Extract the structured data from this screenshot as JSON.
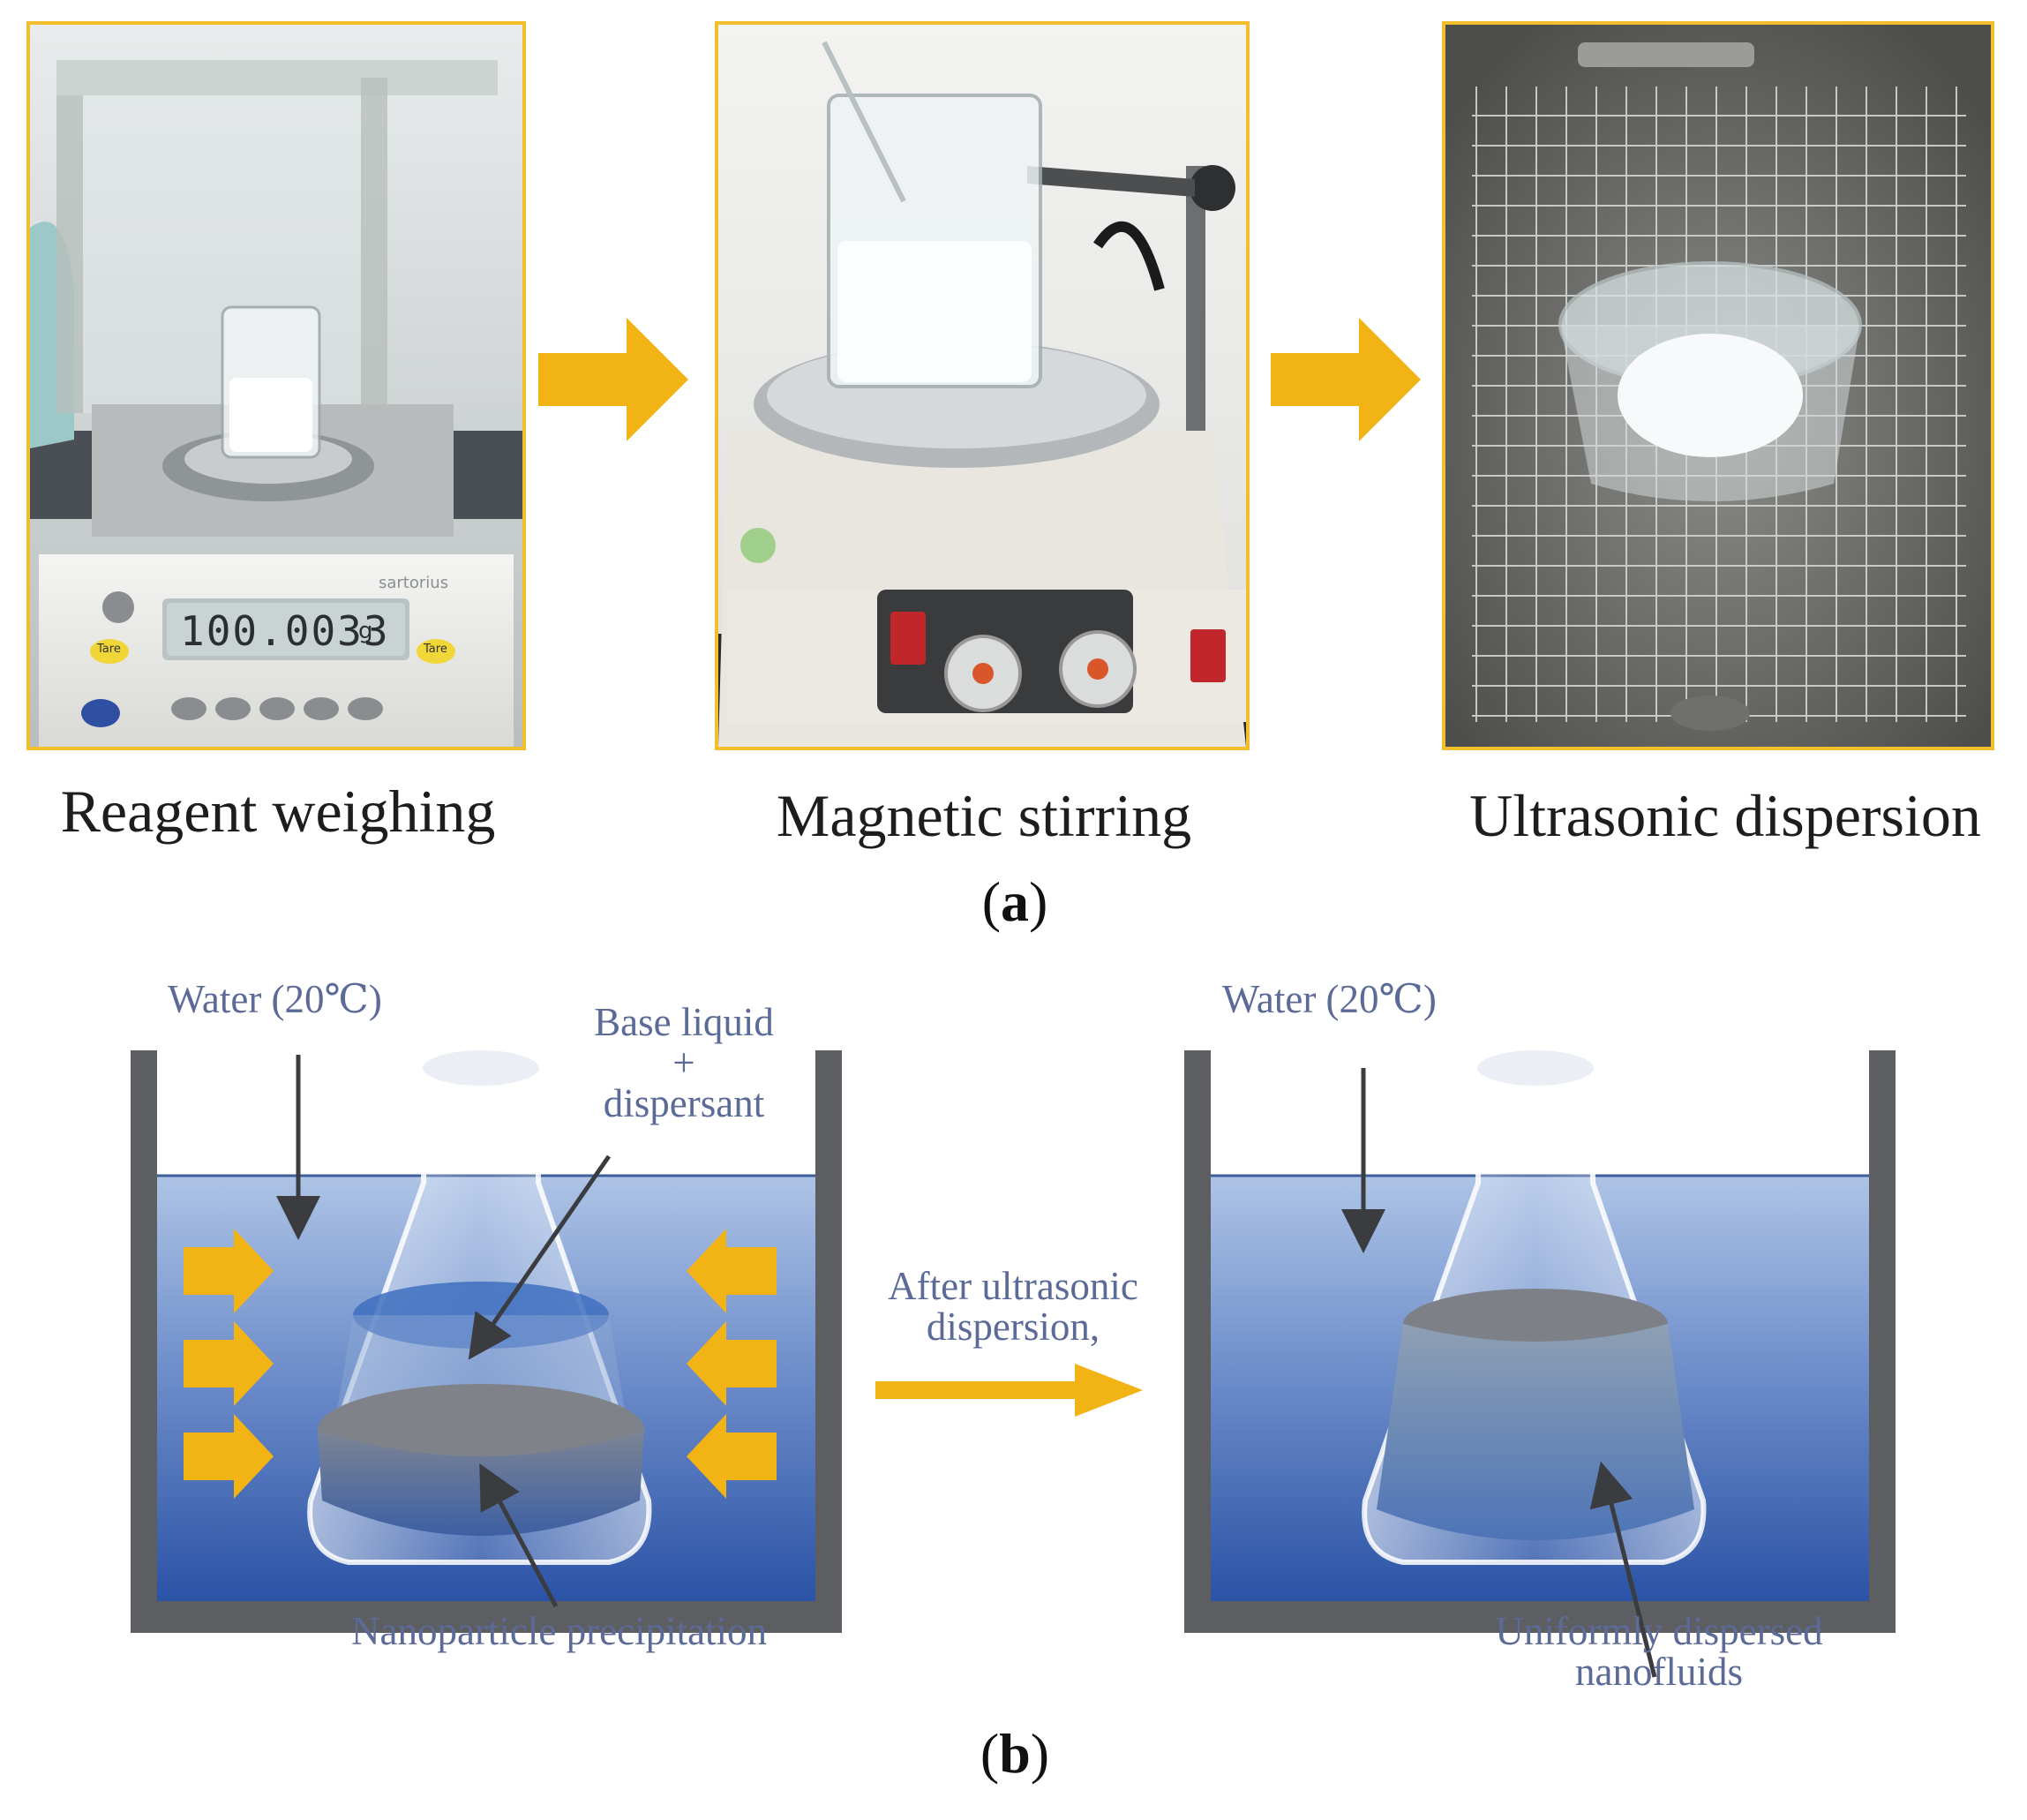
{
  "panel_a": {
    "steps": [
      {
        "label": "Reagent weighing",
        "photo": "analytical-balance-with-beaker"
      },
      {
        "label": "Magnetic stirring",
        "photo": "magnetic-stirrer-with-beaker"
      },
      {
        "label": "Ultrasonic dispersion",
        "photo": "ultrasonic-bath-with-beaker"
      }
    ],
    "balance_display": "100.0033",
    "balance_unit": "g",
    "balance_brand": "sartorius",
    "balance_tare": "Tare",
    "caption_open": "(",
    "caption_letter": "a",
    "caption_close": ")"
  },
  "panel_b": {
    "left": {
      "water_label": "Water (20℃)",
      "base_liquid_label": "Base liquid",
      "plus": "+",
      "dispersant_label": "dispersant",
      "precipitation_label": "Nanoparticle precipitation"
    },
    "middle": {
      "line1": "After ultrasonic",
      "line2": "dispersion,"
    },
    "right": {
      "water_label": "Water (20℃)",
      "result_line1": "Uniformly dispersed",
      "result_line2": "nanofluids"
    },
    "caption_open": "(",
    "caption_letter": "b",
    "caption_close": ")"
  },
  "colors": {
    "accent_arrow": "#f2b315",
    "photo_border": "#f2be2c",
    "tank_wall": "#5d5e62",
    "water_top": "#aec4e6",
    "water_bottom": "#2b53a6",
    "label_text": "#5c6a98"
  }
}
